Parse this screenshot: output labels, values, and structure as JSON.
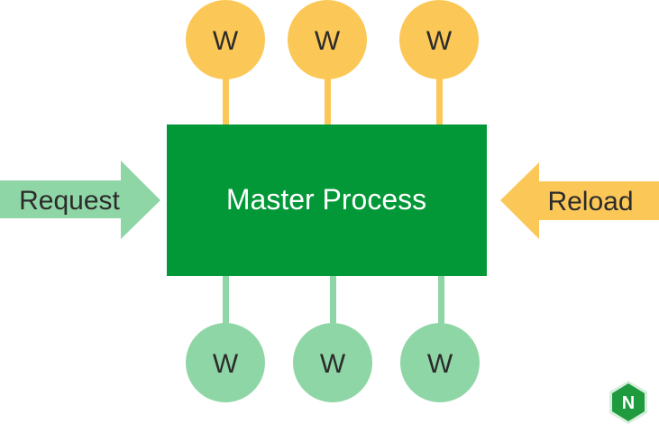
{
  "master": {
    "label": "Master Process"
  },
  "request": {
    "label": "Request"
  },
  "reload": {
    "label": "Reload"
  },
  "workers_top": [
    {
      "label": "W"
    },
    {
      "label": "W"
    },
    {
      "label": "W"
    }
  ],
  "workers_bottom": [
    {
      "label": "W"
    },
    {
      "label": "W"
    },
    {
      "label": "W"
    }
  ],
  "logo": {
    "letter": "N"
  },
  "colors": {
    "master_fill": "#029837",
    "master_text": "#ffffff",
    "yellow": "#fbc858",
    "green_light": "#8fd6a6",
    "logo_bg": "#1f9a3e",
    "logo_border": "#d7eddd"
  }
}
